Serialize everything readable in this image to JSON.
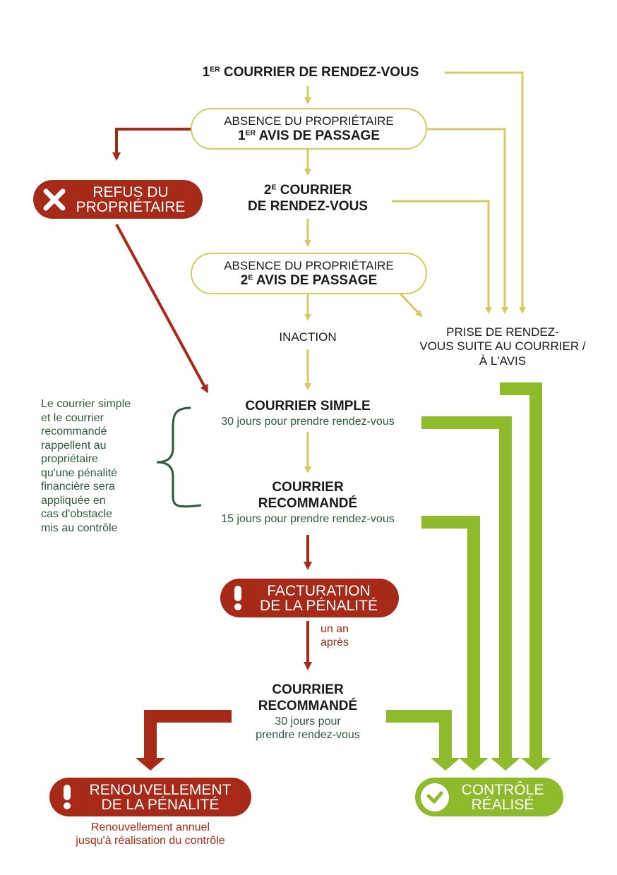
{
  "colors": {
    "yellow": "#d6c964",
    "red": "#a62a17",
    "green": "#8dbb2c",
    "dark_green": "#2e5a3c"
  },
  "step1": {
    "prefix": "1",
    "sup": "ER",
    "text": " COURRIER DE RENDEZ-VOUS"
  },
  "avis1": {
    "line1": "ABSENCE DU PROPRIÉTAIRE",
    "prefix": "1",
    "sup": "ER",
    "line2": " AVIS DE PASSAGE"
  },
  "refus": {
    "line1": "REFUS DU",
    "line2": "PROPRIÉTAIRE",
    "icon": "x-icon"
  },
  "step2": {
    "prefix": "2",
    "sup": "E",
    "line1": " COURRIER",
    "line2": "DE RENDEZ-VOUS"
  },
  "avis2": {
    "line1": "ABSENCE DU PROPRIÉTAIRE",
    "prefix": "2",
    "sup": "E",
    "line2": " AVIS DE PASSAGE"
  },
  "prise_rdv": {
    "line1": "PRISE DE RENDEZ-",
    "line2": "VOUS SUITE AU COURRIER /",
    "line3": "À L'AVIS"
  },
  "inaction": "INACTION",
  "side_note": [
    "Le courrier simple",
    "et le courrier",
    "recommandé",
    "rappellent au",
    "propriétaire",
    "qu'une pénalité",
    "financière sera",
    "appliquée en",
    "cas d'obstacle",
    "mis au contrôle"
  ],
  "courrier_simple": {
    "title": "COURRIER SIMPLE",
    "sub": "30 jours pour prendre rendez-vous"
  },
  "recommande1": {
    "line1": "COURRIER",
    "line2": "RECOMMANDÉ",
    "sub": "15 jours pour prendre rendez-vous"
  },
  "facturation": {
    "line1": "FACTURATION",
    "line2": "DE LA PÉNALITÉ",
    "icon": "exclamation-icon"
  },
  "un_an": {
    "line1": "un an",
    "line2": "après"
  },
  "recommande2": {
    "line1": "COURRIER",
    "line2": "RECOMMANDÉ",
    "sub1": "30 jours pour",
    "sub2": "prendre rendez-vous"
  },
  "renouvellement": {
    "line1": "RENOUVELLEMENT",
    "line2": "DE LA PÉNALITÉ",
    "icon": "exclamation-icon",
    "note1": "Renouvellement annuel",
    "note2": "jusqu'à réalisation du contrôle"
  },
  "controle": {
    "line1": "CONTRÔLE",
    "line2": "RÉALISÉ",
    "icon": "check-icon"
  }
}
